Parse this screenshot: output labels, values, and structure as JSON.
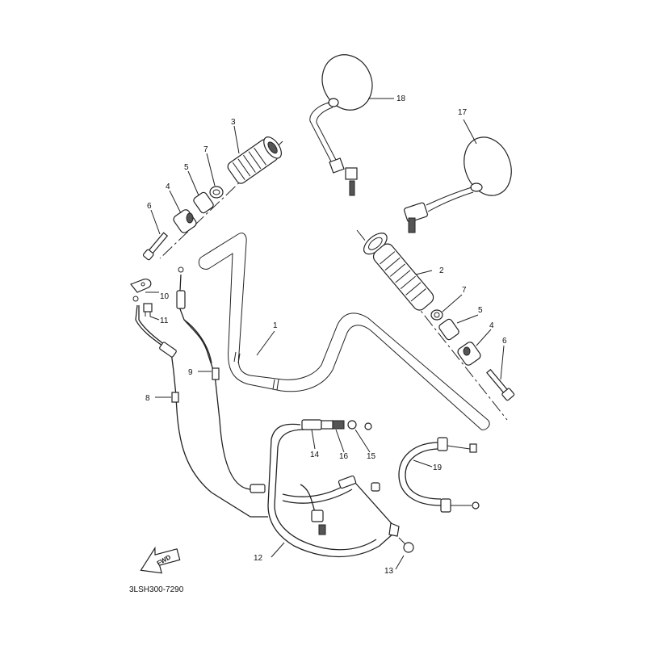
{
  "diagram": {
    "code": "3LSH300-7290",
    "fwd": "FWD",
    "callouts": {
      "c1": "1",
      "c2": "2",
      "c3": "3",
      "c4a": "4",
      "c4b": "4",
      "c5a": "5",
      "c5b": "5",
      "c6a": "6",
      "c6b": "6",
      "c7a": "7",
      "c7b": "7",
      "c8": "8",
      "c9": "9",
      "c10": "10",
      "c11": "11",
      "c12": "12",
      "c13": "13",
      "c14": "14",
      "c15": "15",
      "c16": "16",
      "c17": "17",
      "c18": "18",
      "c19": "19"
    }
  }
}
